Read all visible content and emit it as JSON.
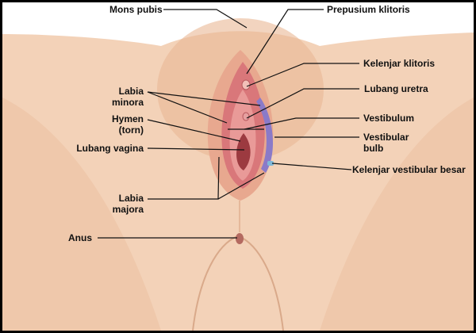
{
  "labels": {
    "mons_pubis": "Mons pubis",
    "prepusium_klitoris": "Prepusium klitoris",
    "kelenjar_klitoris": "Kelenjar klitoris",
    "lubang_uretra": "Lubang uretra",
    "vestibulum": "Vestibulum",
    "vestibular_bulb_1": "Vestibular",
    "vestibular_bulb_2": "bulb",
    "kelenjar_vestibular_besar": "Kelenjar vestibular besar",
    "labia_minora_1": "Labia",
    "labia_minora_2": "minora",
    "hymen_1": "Hymen",
    "hymen_2": "(torn)",
    "lubang_vagina": "Lubang vagina",
    "labia_majora_1": "Labia",
    "labia_majora_2": "majora",
    "anus": "Anus"
  },
  "colors": {
    "skin": "#f3d2b8",
    "skin_shade": "#e8b99a",
    "tissue": "#d9777a",
    "inner": "#c9565f",
    "bulb": "#8a7ac8",
    "hair": "#c89070"
  }
}
